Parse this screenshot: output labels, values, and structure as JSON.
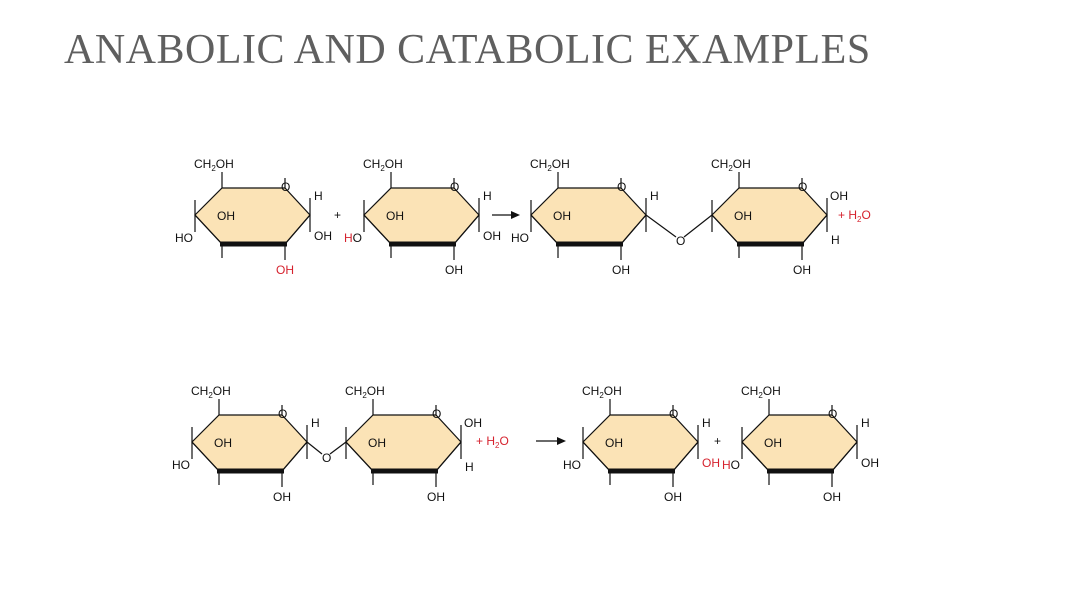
{
  "title": "ANABOLIC AND CATABOLIC EXAMPLES",
  "labels": {
    "ch2oh_main": "CH",
    "ch2oh_sub": "2",
    "ch2oh_tail": "OH",
    "ring_oxygen": "O",
    "hydrogen": "H",
    "hydroxyl": "OH",
    "hydroxyl_left": "HO",
    "plus": "+",
    "water_prefix": "+ H",
    "water_sub": "2",
    "water_tail": "O",
    "arrow": "→"
  },
  "reactions": [
    {
      "name": "anabolic-dehydration-synthesis",
      "product_has_water": true
    },
    {
      "name": "catabolic-hydrolysis",
      "reactant_has_water": true
    }
  ],
  "colors": {
    "title": "#5f5f5f",
    "ring_fill": "#fbe3b6",
    "highlight": "#d6222e",
    "ink": "#111111"
  }
}
